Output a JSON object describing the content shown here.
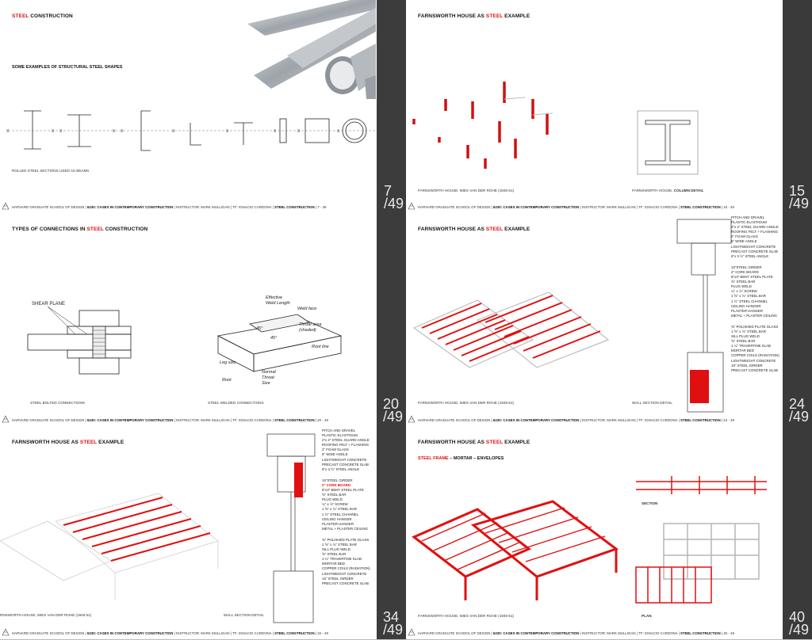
{
  "footer": {
    "school": "HARVARD GRADUATE SCHOOL OF DESIGN",
    "course": "6230: CASES IN CONTEMPORARY CONSTRUCTION",
    "instructor": "INSTRUCTOR: MARK MULLIGAN",
    "tf": "TF: IGNACIO CARDONA",
    "topic": "STEEL CONSTRUCTION"
  },
  "slides": [
    {
      "id": "s7",
      "title_red": "STEEL",
      "title_rest": " CONSTRUCTION",
      "subtitle": "SOME EXAMPLES OF STRUCTURAL STEEL SHAPES",
      "caption1": "ROLLED STEEL SECTIONS USED AS BEAMS",
      "page": "7 - 49",
      "num": "7",
      "den": "/49"
    },
    {
      "id": "s15",
      "title_pre": "FARNSWORTH HOUSE AS ",
      "title_red": "STEEL",
      "title_rest": " EXAMPLE",
      "caption1": "FARNSWORTH HOUSE, MIES VAN DER ROHE (1945-51)",
      "caption2": "FARNSWORTH HOUSE, ",
      "caption2_b": "COLUMN DETAIL",
      "page": "15 - 49",
      "num": "15",
      "den": "/49"
    },
    {
      "id": "s20",
      "title_pre": "TYPES OF CONNECTIONS IN ",
      "title_red": "STEEL",
      "title_rest": " CONSTRUCTION",
      "caption1": "STEEL BOLTED CONNECTIONS",
      "caption2": "STEEL WELDED CONNECTIONS",
      "page": "20 - 49",
      "num": "20",
      "den": "/49",
      "labels": {
        "shear": "SHEAR PLANE",
        "eff": "Effective",
        "weld_len": "Weld Length",
        "weld_face": "Weld face",
        "throat": "Throat area",
        "shaded": "(shaded)",
        "root_line": "Root line",
        "leg": "Leg size",
        "root": "Root",
        "normal": "Normal",
        "throat2": "Throat",
        "size": "Size",
        "a1": "45°",
        "a2": "45°"
      }
    },
    {
      "id": "s24",
      "title_pre": "FARNSWORTH HOUSE AS ",
      "title_red": "STEEL",
      "title_rest": " EXAMPLE",
      "caption1": "FARNSWORTH HOUSE, MIES VAN DER ROHE (1945-51)",
      "caption2": "WALL SECTION DETAIL",
      "page": "24 - 49",
      "num": "24",
      "den": "/49"
    },
    {
      "id": "s34",
      "title_pre": "FARNSWORTH HOUSE AS ",
      "title_red": "STEEL",
      "title_rest": " EXAMPLE",
      "caption1": "RNSWORTH HOUSE, MIES VAN DER ROHE (1945-51)",
      "caption2": "WALL SECTION DETAIL",
      "page": "34 - 49",
      "num": "34",
      "den": "/49"
    },
    {
      "id": "s40",
      "title_pre": "FARNSWORTH HOUSE AS ",
      "title_red": "STEEL",
      "title_rest": " EXAMPLE",
      "sub_red": "STEEL FRAME",
      "sub_rest": "  –  MORTAR  –  ENVELOPES",
      "caption1": "FARNSWORTH HOUSE, MIES VAN DER ROHE (1945-51)",
      "caption2": "SECTION",
      "caption3": "PLAN",
      "page": "40 - 49",
      "num": "40",
      "den": "/49"
    }
  ],
  "legend_top": [
    "PITCH AND GRAVEL",
    "PLASTIC ELASTIGUM",
    "2\"x 2\" STEEL GUARD-ANGLE",
    "ROOFING FELT + FLASHING",
    "2\" FOAM GLASS",
    "5\" WIDE ANGLE",
    "LIGHTWEIGHT CONCRETE",
    "PRECAST CONCRETE SLAB",
    "6\"x 3 ½\" STEEL ANGLE"
  ],
  "legend_mid": [
    "15\"STEEL GIRDER",
    "2\" CORK BOARD",
    "8\"x3\" BENT STEEL PLATE",
    "⅝\" STEEL BAR",
    "PLUG WELD",
    "¼\" x ⅞\" SCREW",
    "1 ⅝\" x ⅞\" STEEL BAR",
    "1 ½\" STEEL CHANNEL",
    "CEILING HANGER",
    "PLASTER HANGER",
    "METAL + PLASTER CEILING"
  ],
  "legend_bot": [
    "⅜\" POLISHED PLATE GLASS",
    "1 ⅝\" x ⅞\" STEEL BAR",
    "SILL PLUG WELD",
    "⅝\" STEEL BAR",
    "1 ¼\" TRAVERTINE SLAB",
    "MORTAR BED",
    "COPPER COILS (RADIATION)",
    "LIGHTWEIGHT CONCRETE",
    "15\" STEEL GIRDER",
    "PRECAST CONCRETE SLAB"
  ],
  "colors": {
    "accent": "#e01010",
    "dark": "#3c3c3c"
  }
}
